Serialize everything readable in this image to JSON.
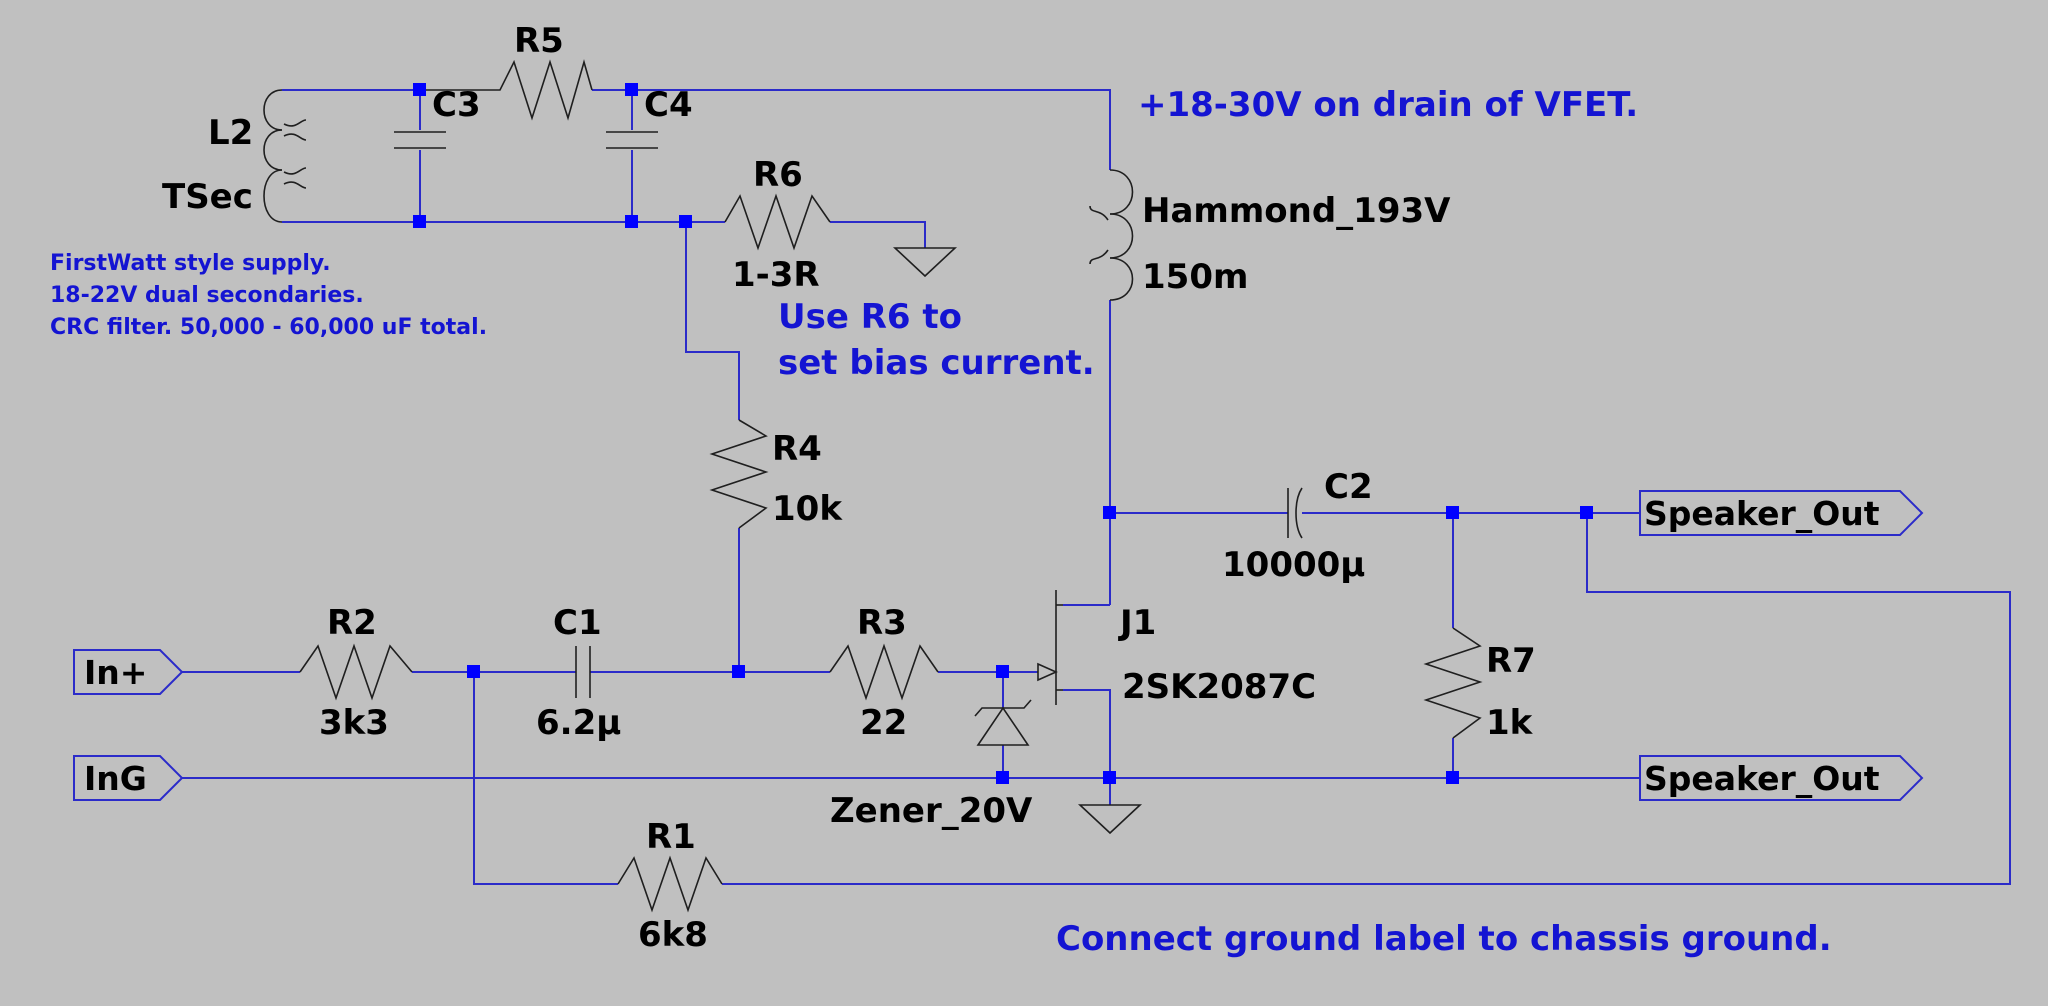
{
  "components": {
    "L2": {
      "name": "L2",
      "value": "TSec"
    },
    "C3": {
      "name": "C3"
    },
    "C4": {
      "name": "C4"
    },
    "R5": {
      "name": "R5"
    },
    "R6": {
      "name": "R6",
      "value": "1-3R"
    },
    "R4": {
      "name": "R4",
      "value": "10k"
    },
    "Hammond": {
      "name": "Hammond_193V",
      "value": "150m"
    },
    "C2": {
      "name": "C2",
      "value": "10000μ"
    },
    "R2": {
      "name": "R2",
      "value": "3k3"
    },
    "C1": {
      "name": "C1",
      "value": "6.2μ"
    },
    "R3": {
      "name": "R3",
      "value": "22"
    },
    "J1": {
      "name": "J1",
      "value": "2SK2087C"
    },
    "R7": {
      "name": "R7",
      "value": "1k"
    },
    "Zener": {
      "name": "Zener_20V"
    },
    "R1": {
      "name": "R1",
      "value": "6k8"
    }
  },
  "ports": {
    "in_plus": "In+",
    "in_g": "InG",
    "spk_out_1": "Speaker_Out",
    "spk_out_2": "Speaker_Out"
  },
  "notes": {
    "supply_1": "FirstWatt style supply.",
    "supply_2": "18-22V dual secondaries.",
    "supply_3": "CRC filter. 50,000 - 60,000 uF total.",
    "drain": "+18-30V on drain of VFET.",
    "bias_1": "Use R6 to",
    "bias_2": "set bias current.",
    "ground": "Connect ground label to chassis ground."
  },
  "colors": {
    "background": "#c0c0c0",
    "wire": "#2b2bc9",
    "junction": "#0000ff",
    "annotation": "#1414d2",
    "label": "#000000"
  }
}
